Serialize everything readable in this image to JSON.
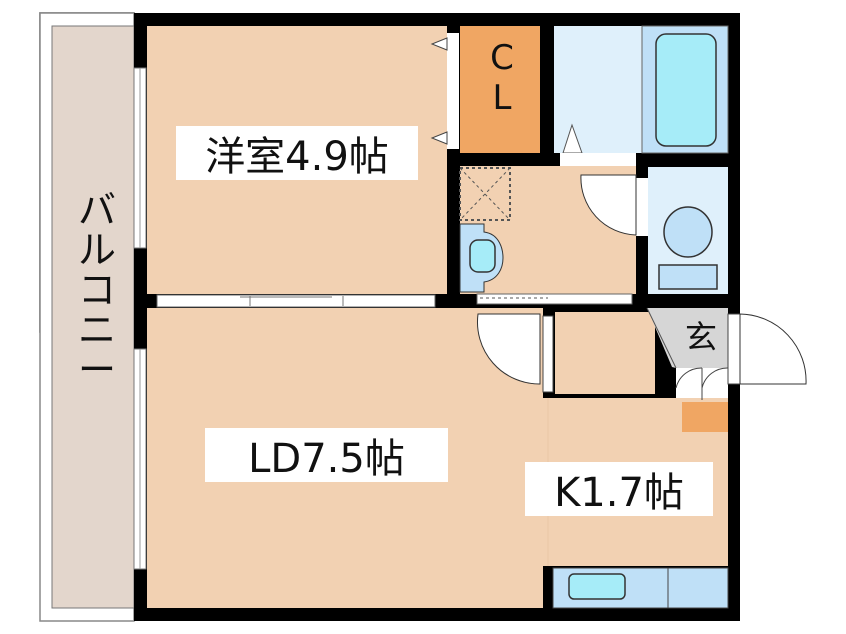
{
  "floor_plan": {
    "rooms": {
      "western_room": {
        "label": "洋室4.9帖",
        "type": "洋室",
        "size_jo": "4.9"
      },
      "living_dining": {
        "label": "LD7.5帖",
        "type": "LD",
        "size_jo": "7.5"
      },
      "kitchen": {
        "label": "K1.7帖",
        "type": "K",
        "size_jo": "1.7"
      },
      "closet": {
        "line1": "C",
        "line2": "L"
      },
      "entrance": {
        "label": "玄"
      },
      "balcony": {
        "chars": [
          "バ",
          "ル",
          "コ",
          "ニ",
          "ー"
        ]
      }
    },
    "colors": {
      "room_floor": "#f2d1b2",
      "closet": "#f0a663",
      "wet_area": "#dff0fb",
      "bath_tile": "#bfe0f7",
      "bathtub": "#a6ecf8",
      "entrance": "#d6d6d6",
      "balcony": "#e3d6cc",
      "wall": "#000000"
    }
  }
}
